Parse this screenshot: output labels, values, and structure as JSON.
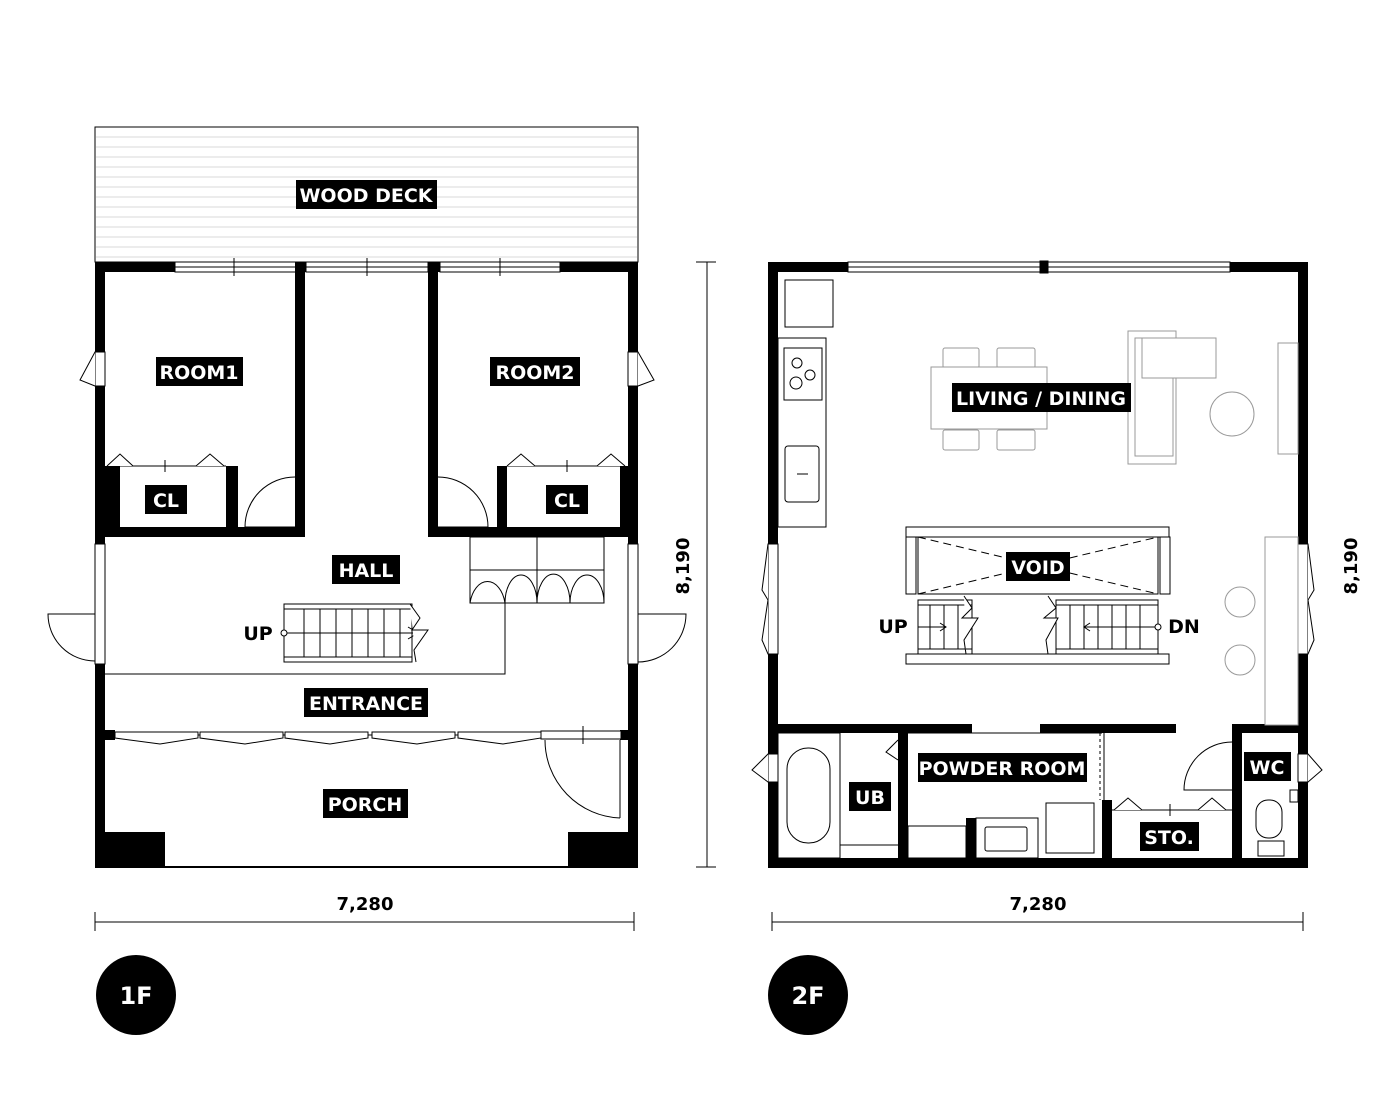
{
  "plans": {
    "first": {
      "badge": "1F",
      "width_dim": "7,280",
      "height_dim": "8,190",
      "rooms": {
        "wood_deck": "WOOD DECK",
        "room1": "ROOM1",
        "room2": "ROOM2",
        "cl1": "CL",
        "cl2": "CL",
        "hall": "HALL",
        "entrance": "ENTRANCE",
        "porch": "PORCH"
      },
      "stair_up": "UP"
    },
    "second": {
      "badge": "2F",
      "width_dim": "7,280",
      "height_dim": "8,190",
      "rooms": {
        "living_dining": "LIVING / DINING",
        "void": "VOID",
        "ub": "UB",
        "powder_room": "POWDER ROOM",
        "wc": "WC",
        "sto": "STO."
      },
      "stair_up": "UP",
      "stair_down": "DN"
    }
  }
}
